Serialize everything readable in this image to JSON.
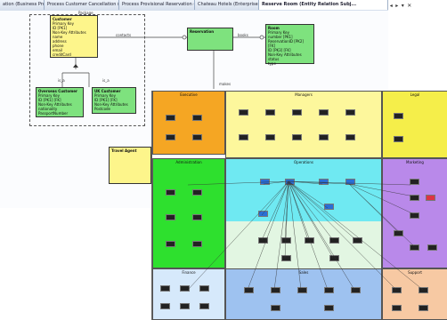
{
  "tabs": [
    {
      "label": "ation (Business Proc..."
    },
    {
      "label": "Process Customer Cancellation (Business ..."
    },
    {
      "label": "Process Provisional Reservation (Business..."
    },
    {
      "label": "Chateau Hotels (Enterprise Direction)"
    },
    {
      "label": "Reserve Room (Entity Relation Subj..."
    }
  ],
  "tab_controls": [
    "◂",
    "▸",
    "▾",
    "✕"
  ],
  "diagram": {
    "package_label": "Package_",
    "customer": {
      "title": "Customer",
      "fields": [
        "Primary Key",
        "ID  [PK1]",
        "Non-Key Attributes",
        "name",
        "address",
        "phone",
        "email",
        "creditCard"
      ]
    },
    "overseas_customer": {
      "title": "Overseas Customer",
      "fields": [
        "Primary Key",
        "ID  [PK1] [FK]",
        "Non-Key Attributes",
        "nationality",
        "PassportNumber"
      ]
    },
    "uk_customer": {
      "title": "UK Customer",
      "fields": [
        "Primary Key",
        "ID  [PK1] [FK]",
        "Non-Key Attributes",
        "Postcode"
      ]
    },
    "reservation": {
      "title": "Reservation"
    },
    "room": {
      "title": "Room",
      "fields": [
        "Primary Key",
        "number  [PK1]",
        "ReservationID  [PK2] [FK]",
        "ID  [PK3] [FK]",
        "Non-Key Attributes",
        "status",
        "type"
      ]
    },
    "travel_agent": {
      "title": "Travel Agent"
    },
    "rel_contacts": "contacts",
    "rel_books": "books",
    "rel_makes": "makes",
    "disc_a": "is_a",
    "disc_b": "is_a"
  },
  "overlay": {
    "zones": [
      {
        "title": "Executive"
      },
      {
        "title": "Managers"
      },
      {
        "title": "Legal"
      },
      {
        "title": "Administration"
      },
      {
        "title": "Operations"
      },
      {
        "title": "Marketing"
      },
      {
        "title": "Finance"
      },
      {
        "title": "Sales"
      },
      {
        "title": "Support"
      }
    ]
  },
  "colors": {
    "entity_yellow": "#fdf58b",
    "entity_green": "#7ee27e",
    "zone_orange": "#f5a623",
    "zone_lightyellow": "#fdf79c",
    "zone_yellow": "#f5ee4a",
    "zone_green": "#2ee02e",
    "zone_cyan": "#6fe9f2",
    "zone_purple": "#b989ea",
    "zone_paleblue": "#d6e9fb",
    "zone_blue": "#9ec2f0",
    "zone_peach": "#f7c9a3"
  }
}
